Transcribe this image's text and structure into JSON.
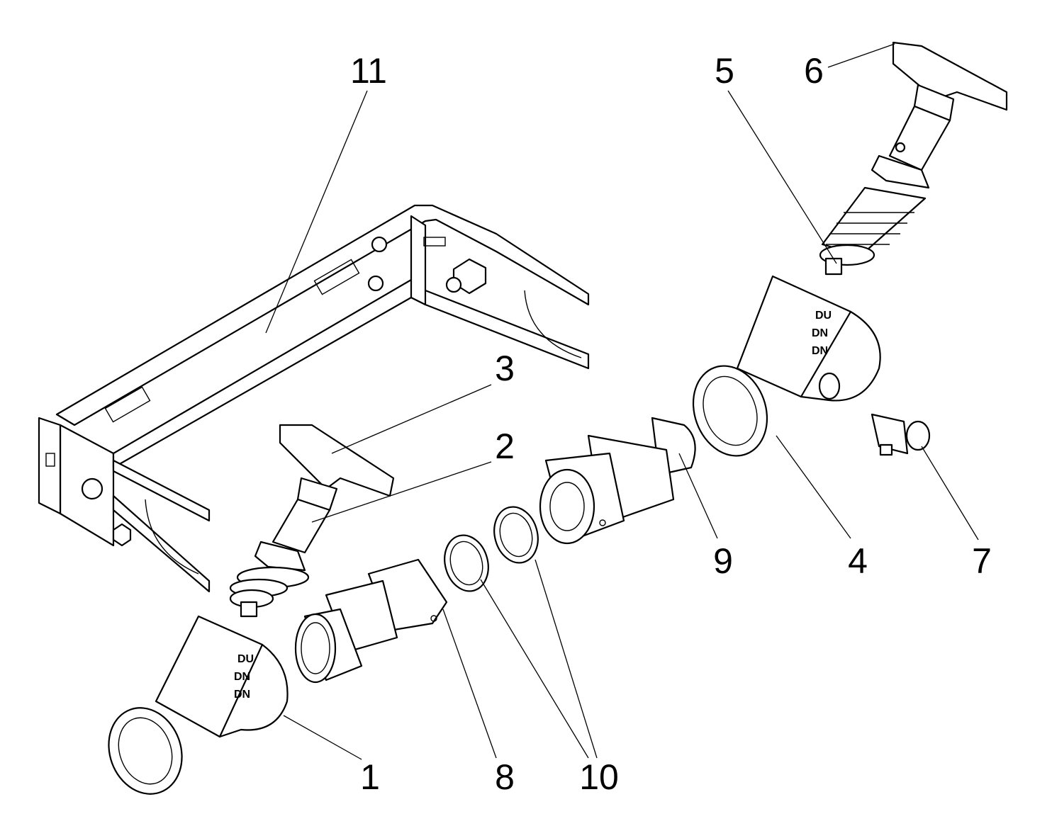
{
  "diagram": {
    "type": "exploded-assembly",
    "callouts": [
      {
        "id": "11",
        "label": "11",
        "part": "mounting-bracket"
      },
      {
        "id": "5",
        "label": "5",
        "part": "valve-upper-top"
      },
      {
        "id": "6",
        "label": "6",
        "part": "handwheel-top"
      },
      {
        "id": "3",
        "label": "3",
        "part": "handwheel-left"
      },
      {
        "id": "2",
        "label": "2",
        "part": "valve-upper-left"
      },
      {
        "id": "9",
        "label": "9",
        "part": "union-connector-right"
      },
      {
        "id": "4",
        "label": "4",
        "part": "valve-body-right"
      },
      {
        "id": "7",
        "label": "7",
        "part": "drain-plug"
      },
      {
        "id": "1",
        "label": "1",
        "part": "valve-body-left"
      },
      {
        "id": "8",
        "label": "8",
        "part": "union-connector-left"
      },
      {
        "id": "10",
        "label": "10",
        "part": "seal-rings"
      }
    ]
  }
}
